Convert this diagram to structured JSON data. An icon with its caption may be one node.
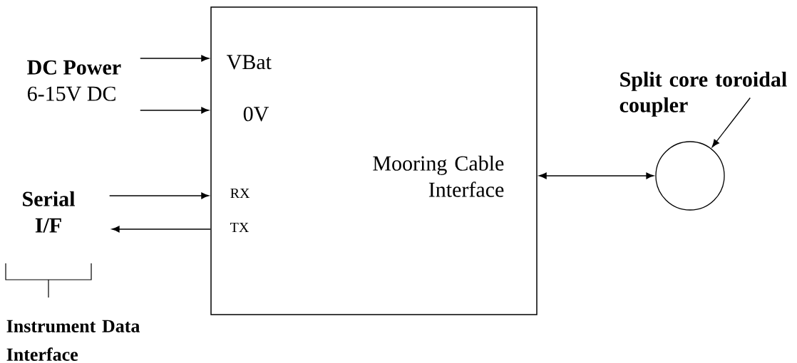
{
  "diagram": {
    "nodes": [
      {
        "text": [
          "Mooring Cable Interface"
        ]
      },
      {
        "text": [
          "DC Power",
          "6-15V  DC"
        ]
      },
      {
        "text": [
          "Serial I/F"
        ]
      },
      {
        "text": [],
        "shape": "circle"
      },
      {
        "text": [
          "Split core toroidal coupler"
        ]
      }
    ],
    "edges": [
      {
        "from": 1,
        "to": 0,
        "arrow": "to"
      },
      {
        "from": 1,
        "to": 0,
        "arrow": "to"
      },
      {
        "from": 2,
        "to": 0,
        "arrow": "to"
      },
      {
        "from": 0,
        "to": 2,
        "arrow": "to"
      },
      {
        "from": 0,
        "to": 3,
        "arrow": "both"
      },
      {
        "from": 4,
        "to": 3,
        "arrow": "to"
      }
    ],
    "labels": [
      "VBat",
      "0V",
      "RX",
      "TX",
      "Instrument Data Interface"
    ]
  }
}
